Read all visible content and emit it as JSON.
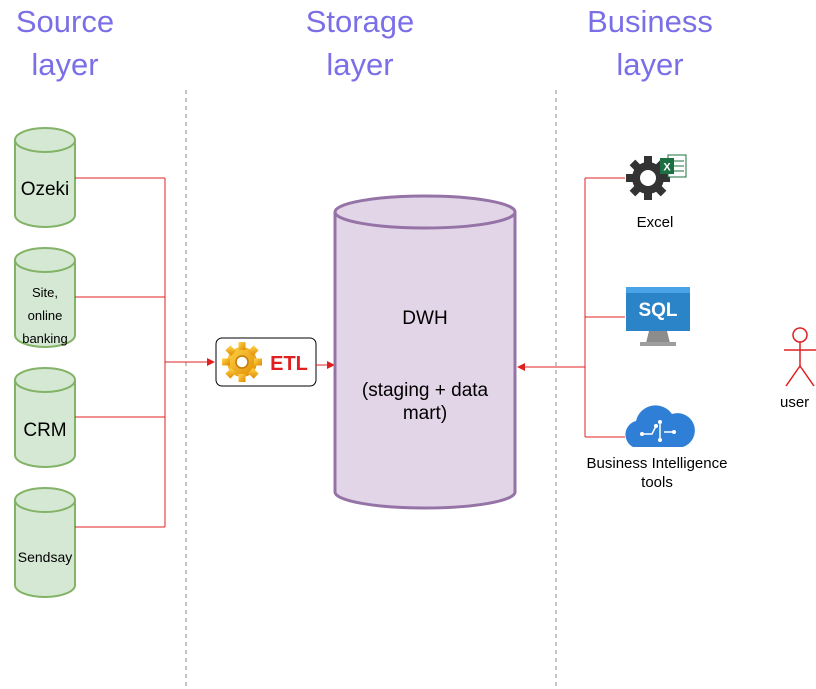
{
  "layers": {
    "source": {
      "line1": "Source",
      "line2": "layer"
    },
    "storage": {
      "line1": "Storage",
      "line2": "layer"
    },
    "business": {
      "line1": "Business",
      "line2": "layer"
    }
  },
  "sources": {
    "ozeki": "Ozeki",
    "site_line1": "Site,",
    "site_line2": "online",
    "site_line3": "banking",
    "crm": "CRM",
    "sendsay": "Sendsay"
  },
  "etl": {
    "label": "ETL"
  },
  "dwh": {
    "title": "DWH",
    "subtitle_line1": "(staging + data",
    "subtitle_line2": "mart)"
  },
  "business_tools": {
    "excel": "Excel",
    "sql_icon_text": "SQL",
    "excel_icon_letter": "X",
    "bi_line1": "Business Intelligence",
    "bi_line2": "tools"
  },
  "actor": {
    "label": "user"
  },
  "colors": {
    "title": "#7b6fe8",
    "source_fill": "#d5e8d4",
    "source_stroke": "#82b366",
    "dwh_fill": "#e1d5e7",
    "dwh_stroke": "#9673a6",
    "connector": "#e02020",
    "divider": "#888888",
    "sql_blue": "#2b84c8",
    "excel_green": "#1d6f42",
    "gear": "#333333",
    "cloud_blue": "#2f7fd6"
  }
}
